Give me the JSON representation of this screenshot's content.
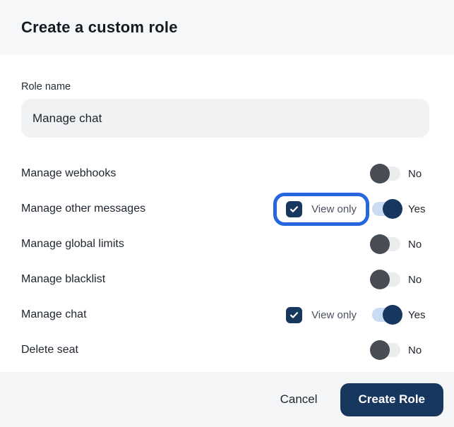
{
  "dialog": {
    "title": "Create a custom role",
    "role_name": {
      "label": "Role name",
      "value": "Manage chat"
    },
    "permissions": [
      {
        "label": "Manage webhooks",
        "enabled": false,
        "toggle_label": "No",
        "view_only": null,
        "highlighted": false
      },
      {
        "label": "Manage other messages",
        "enabled": true,
        "toggle_label": "Yes",
        "view_only": {
          "checked": true,
          "label": "View only"
        },
        "highlighted": true
      },
      {
        "label": "Manage global limits",
        "enabled": false,
        "toggle_label": "No",
        "view_only": null,
        "highlighted": false
      },
      {
        "label": "Manage blacklist",
        "enabled": false,
        "toggle_label": "No",
        "view_only": null,
        "highlighted": false
      },
      {
        "label": "Manage chat",
        "enabled": true,
        "toggle_label": "Yes",
        "view_only": {
          "checked": true,
          "label": "View only"
        },
        "highlighted": false
      },
      {
        "label": "Delete seat",
        "enabled": false,
        "toggle_label": "No",
        "view_only": null,
        "highlighted": false
      }
    ],
    "footer": {
      "cancel_label": "Cancel",
      "submit_label": "Create Role"
    },
    "colors": {
      "navy": "#17375e",
      "highlight_blue": "#2566dd",
      "toggle_off_knob": "#474c55",
      "toggle_off_track": "#ebecee",
      "toggle_on_track": "#c9dcf3",
      "input_bg": "#f1f2f4",
      "header_bg": "#f6f7f9",
      "footer_bg": "#f4f5f7"
    }
  }
}
